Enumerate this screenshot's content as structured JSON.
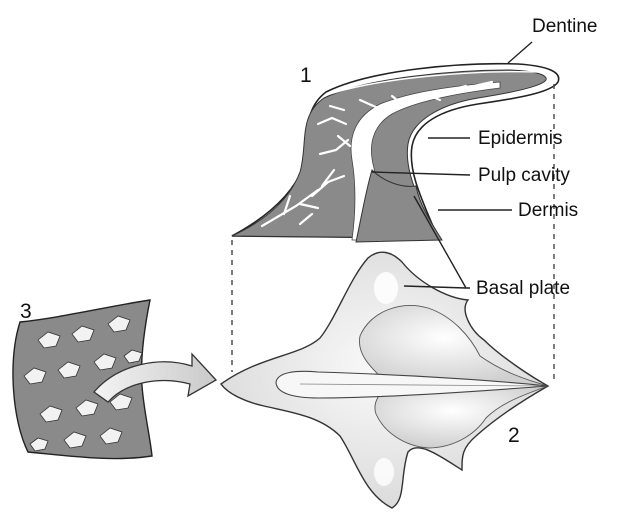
{
  "figure": {
    "parts": [
      {
        "number": "1",
        "name": "scale-cross-section"
      },
      {
        "number": "2",
        "name": "scale-top-view"
      },
      {
        "number": "3",
        "name": "skin-patch"
      }
    ],
    "labels": {
      "dentine": "Dentine",
      "epidermis": "Epidermis",
      "pulp_cavity": "Pulp cavity",
      "dermis": "Dermis",
      "basal_plate": "Basal plate"
    },
    "colors": {
      "tissue_gray": "#8a8a8a",
      "outline": "#222222",
      "scale_fill": "#e9e9e9",
      "highlight": "#ffffff"
    }
  }
}
